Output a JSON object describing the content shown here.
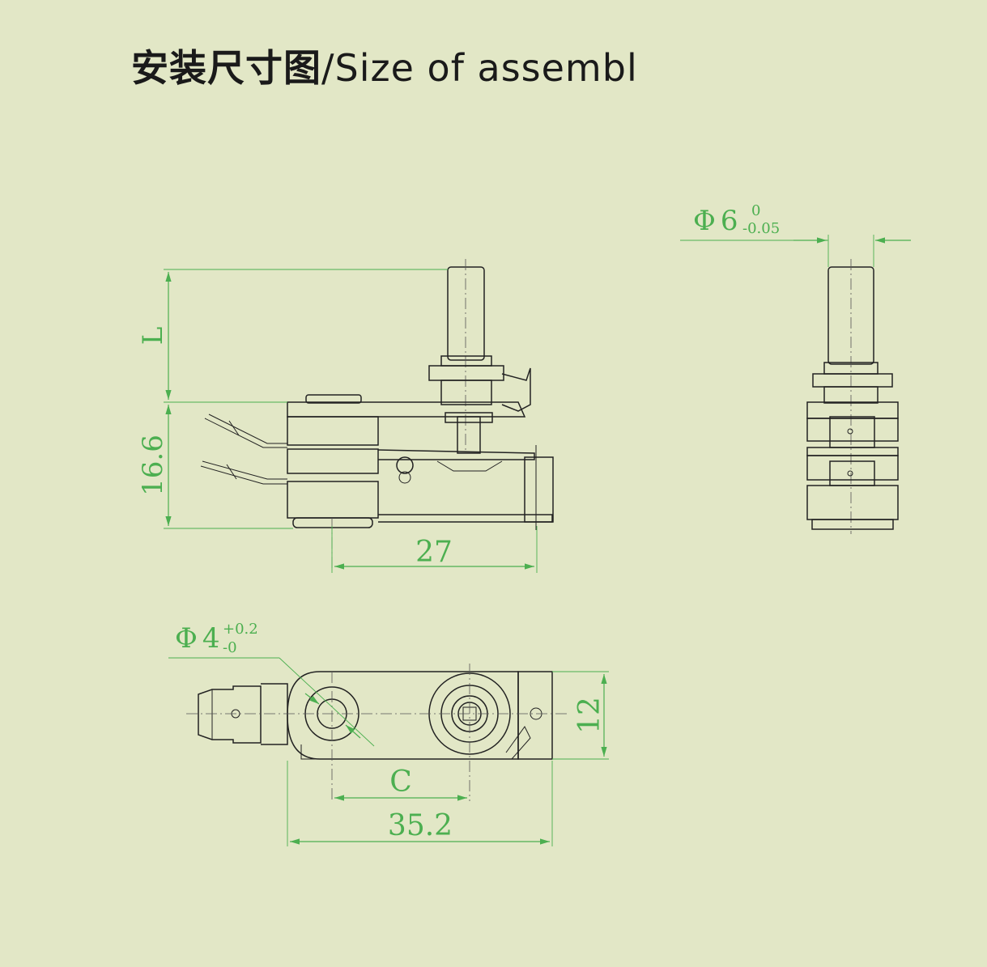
{
  "title": {
    "chinese": "安装尺寸图",
    "separator": "/",
    "english": "Size of assembl"
  },
  "dimensions": {
    "shaft_diameter": {
      "symbol": "Φ",
      "value": "6",
      "upper": "0",
      "lower": "-0.05"
    },
    "length": "L",
    "height": "16.6",
    "width_top": "27",
    "hole_diameter": {
      "symbol": "Φ",
      "value": "4",
      "upper": "+0.2",
      "lower": "-0"
    },
    "thickness": "12",
    "center_distance": "C",
    "overall_length": "35.2"
  },
  "colors": {
    "background": "#e2e7c6",
    "dimension": "#4caf50",
    "outline": "#222222"
  }
}
